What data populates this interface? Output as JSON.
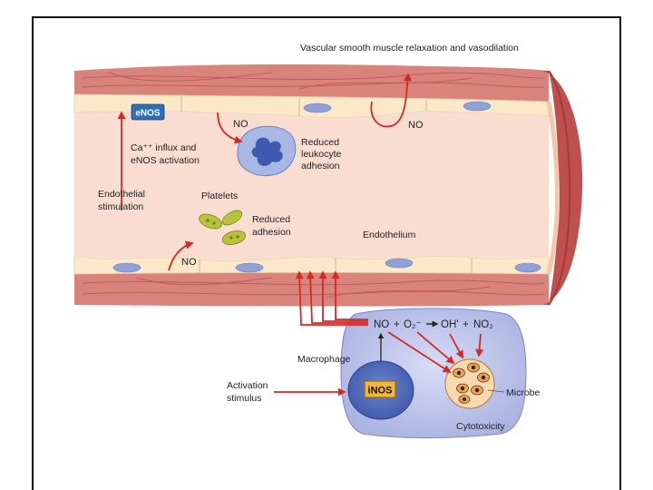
{
  "labels": {
    "title": "Vascular smooth muscle relaxation and vasodilation",
    "enos": "eNOS",
    "no_top_left": "NO",
    "no_top_right": "NO",
    "no_bottom": "NO",
    "ca_line1": "Ca⁺⁺ influx and",
    "ca_line2": "eNOS activation",
    "endo_stim_line1": "Endothelial",
    "endo_stim_line2": "stimulation",
    "reduced_leuk_line1": "Reduced",
    "reduced_leuk_line2": "leukocyte",
    "reduced_leuk_line3": "adhesion",
    "platelets": "Platelets",
    "reduced_adh_line1": "Reduced",
    "reduced_adh_line2": "adhesion",
    "endothelium": "Endothelium",
    "eq_no": "NO",
    "eq_plus1": "+",
    "eq_o2": "O₂⁻",
    "eq_oh": "OH'",
    "eq_plus2": "+",
    "eq_no2": "NO₂",
    "macrophage": "Macrophage",
    "inos": "iNOS",
    "activation_line1": "Activation",
    "activation_line2": "stimulus",
    "microbe": "Microbe",
    "cytotoxicity": "Cytotoxicity"
  },
  "colors": {
    "muscle": "#d9837d",
    "muscle_dark": "#c0504e",
    "endothelium": "#fbe8c8",
    "lumen": "#f9ddd1",
    "nucleus": "#8fa1d6",
    "arrow_red": "#d42a25",
    "enos_box": "#2d6fb6",
    "macrophage": "#c5cbed",
    "inos_box": "#f2b735",
    "platelet": "#b8c23a",
    "microbe": "#e7a45a"
  }
}
